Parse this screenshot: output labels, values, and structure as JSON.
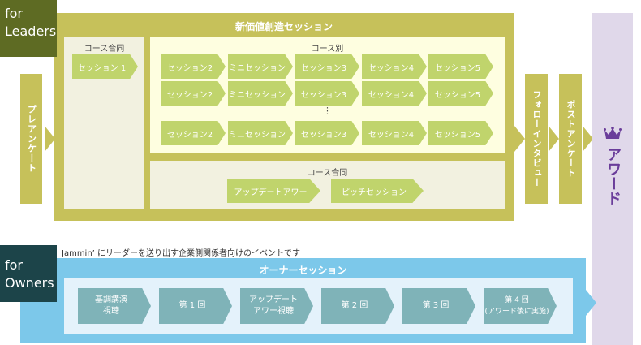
{
  "leaders_tag": "for Leaders",
  "owners_tag": "for Owners",
  "pre_survey": "プレアンケート",
  "main_title": "新価値創造セッション",
  "joint_label": "コース合同",
  "session1": "セッション 1",
  "by_course_label": "コース別",
  "course_row": [
    "セッション2",
    "ミニセッション",
    "セッション3",
    "セッション4",
    "セッション5"
  ],
  "ellipsis": "⋮",
  "joint_bottom_label": "コース合同",
  "joint_bottom": [
    "アップデートアワー",
    "ピッチセッション"
  ],
  "followup": "フォローインタビュー",
  "post_survey": "ポストアンケート",
  "award": "アワード",
  "caption": "Jammin’ にリーダーを送り出す企業側関係者向けのイベントです",
  "owner_title": "オーナーセッション",
  "owner_steps": [
    "基調講演\n視聴",
    "第 1 回",
    "アップデート\nアワー視聴",
    "第 2 回",
    "第 3 回",
    "第 4 回\n(アワード後に実施)"
  ],
  "colors": {
    "olive": "#c6c15a",
    "leaders": "#5e6b23",
    "owners": "#1c4449",
    "blue": "#7cc8ea",
    "award": "#e0d8ea",
    "purple": "#6a3d9a"
  }
}
